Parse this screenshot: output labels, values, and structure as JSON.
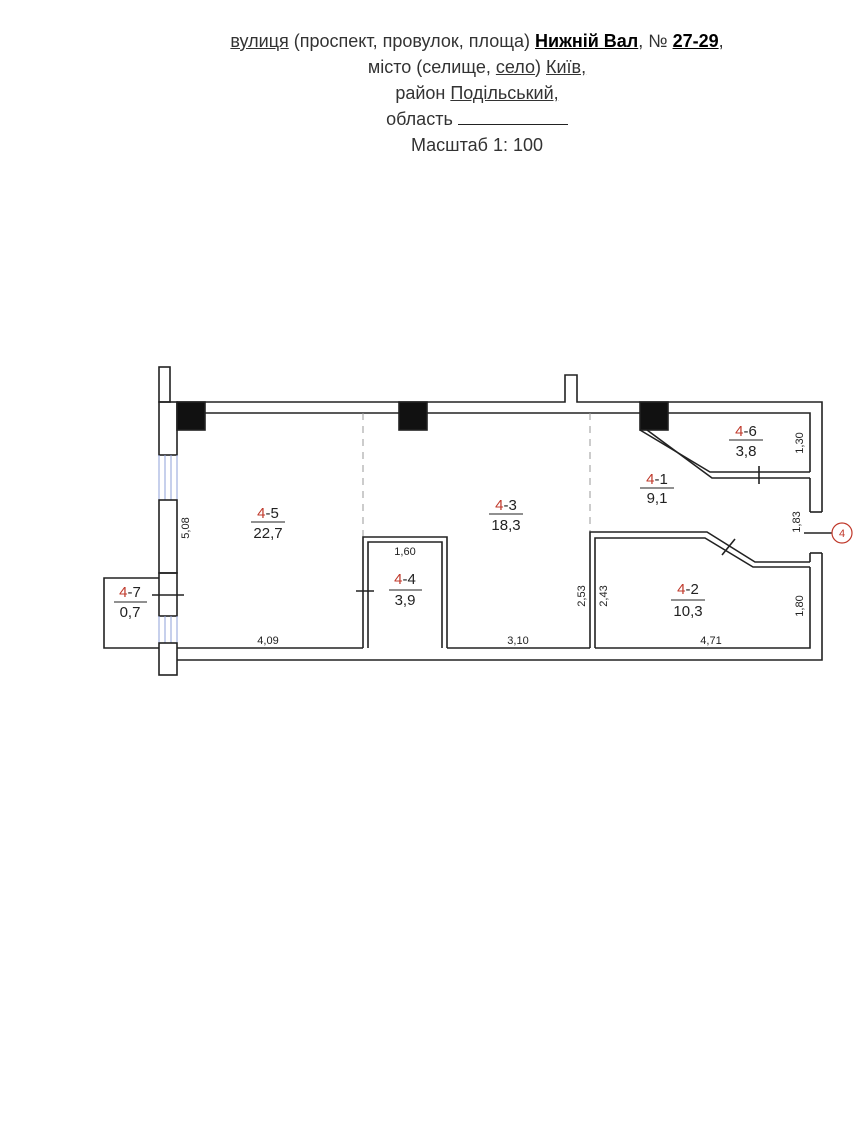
{
  "header": {
    "street_label": "вулиця",
    "street_types": " (проспект, провулок, площа) ",
    "street_name": "Нижній Вал",
    "number_sign": ", № ",
    "number": "27-29",
    "comma": ",",
    "city_prefix": "місто (селище, ",
    "city_village": "село",
    "city_close": ") ",
    "city": "Київ,",
    "district_label": "район ",
    "district": "Подільський,",
    "region_label": "область ",
    "scale": "Масштаб 1: 100"
  },
  "colors": {
    "room_prefix": "#c0392b",
    "wall": "#222222",
    "window": "#8fa0d8"
  },
  "rooms": [
    {
      "prefix": "4",
      "suffix": "-5",
      "area": "22,7"
    },
    {
      "prefix": "4",
      "suffix": "-3",
      "area": "18,3"
    },
    {
      "prefix": "4",
      "suffix": "-1",
      "area": "9,1"
    },
    {
      "prefix": "4",
      "suffix": "-6",
      "area": "3,8"
    },
    {
      "prefix": "4",
      "suffix": "-4",
      "area": "3,9"
    },
    {
      "prefix": "4",
      "suffix": "-2",
      "area": "10,3"
    },
    {
      "prefix": "4",
      "suffix": "-7",
      "area": "0,7"
    }
  ],
  "dimensions": [
    "5,08",
    "4,09",
    "1,60",
    "3,10",
    "2,53",
    "2,43",
    "4,71",
    "1,80",
    "1,83",
    "1,30"
  ],
  "entrance_marker": "4"
}
